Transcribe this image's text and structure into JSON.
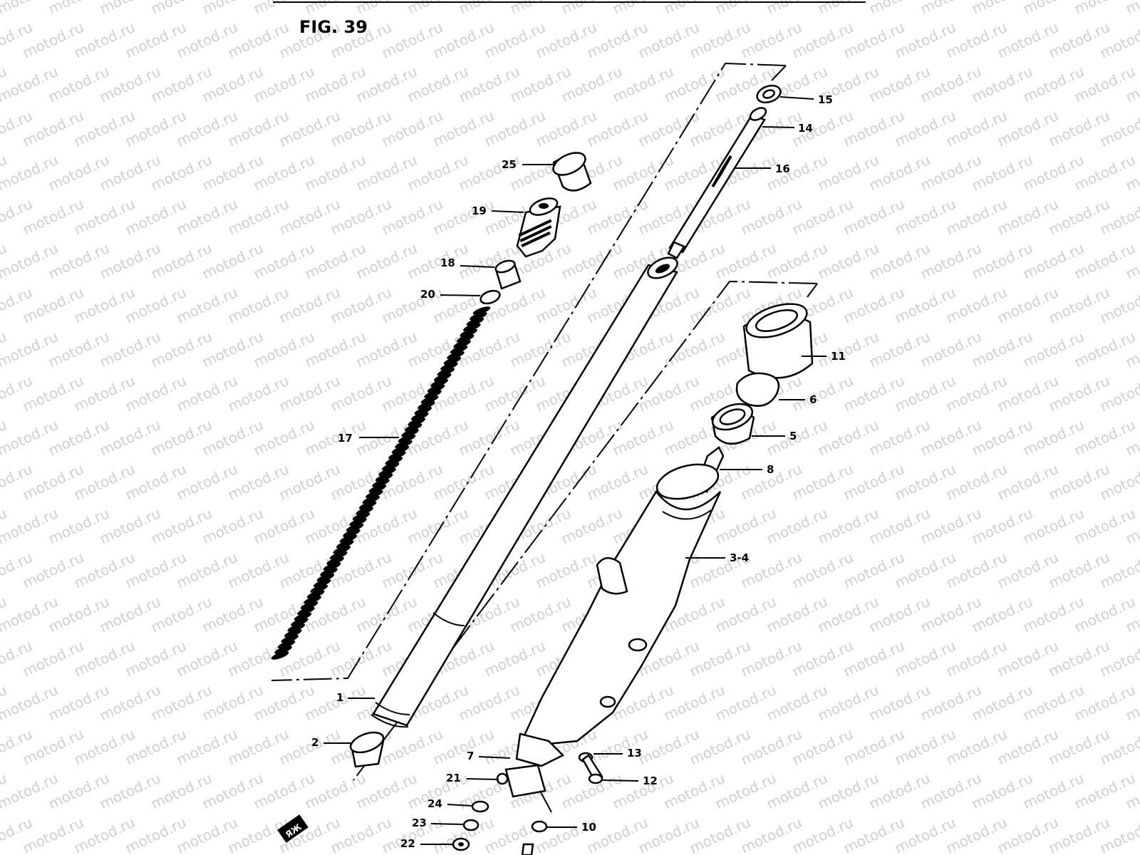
{
  "figure": {
    "title": "FIG. 39",
    "watermark": "motod.ru",
    "logo": "ЯЖ",
    "parts": [
      {
        "id": "p15",
        "label": "15"
      },
      {
        "id": "p14",
        "label": "14"
      },
      {
        "id": "p16",
        "label": "16"
      },
      {
        "id": "p25",
        "label": "25"
      },
      {
        "id": "p19",
        "label": "19"
      },
      {
        "id": "p18",
        "label": "18"
      },
      {
        "id": "p20",
        "label": "20"
      },
      {
        "id": "p11",
        "label": "11"
      },
      {
        "id": "p6",
        "label": "6"
      },
      {
        "id": "p5",
        "label": "5"
      },
      {
        "id": "p8",
        "label": "8"
      },
      {
        "id": "p17",
        "label": "17"
      },
      {
        "id": "p34",
        "label": "3-4"
      },
      {
        "id": "p1",
        "label": "1"
      },
      {
        "id": "p2",
        "label": "2"
      },
      {
        "id": "p13",
        "label": "13"
      },
      {
        "id": "p7",
        "label": "7"
      },
      {
        "id": "p12",
        "label": "12"
      },
      {
        "id": "p21",
        "label": "21"
      },
      {
        "id": "p24",
        "label": "24"
      },
      {
        "id": "p10",
        "label": "10"
      },
      {
        "id": "p23",
        "label": "23"
      },
      {
        "id": "p22",
        "label": "22"
      }
    ]
  }
}
